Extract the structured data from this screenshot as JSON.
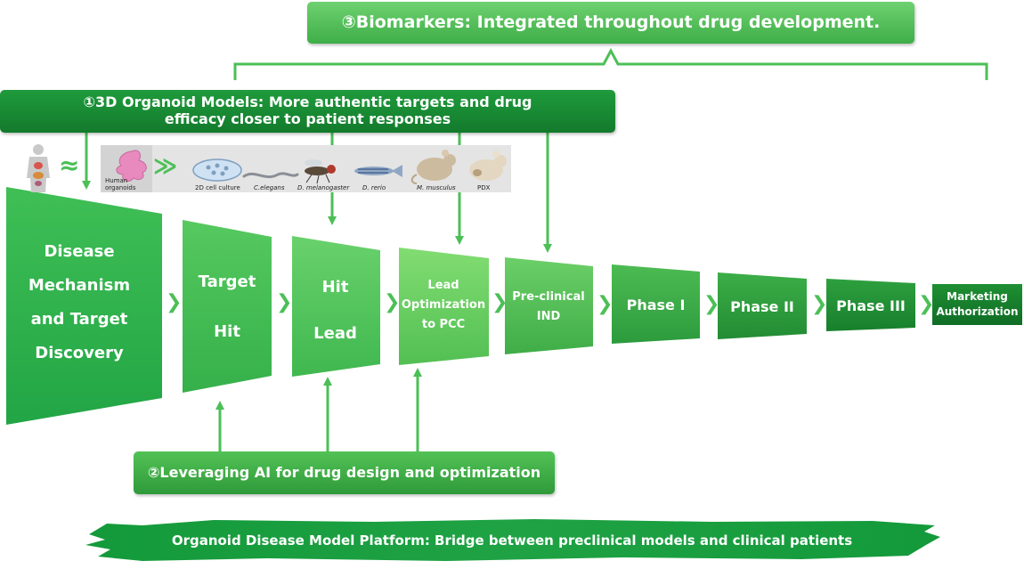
{
  "banners": {
    "biomarkers": "③Biomarkers: Integrated throughout drug development.",
    "organoid_line1": "①3D Organoid Models: More authentic targets and drug",
    "organoid_line2": "efficacy closer to patient responses",
    "ai": "②Leveraging AI for drug design and optimization"
  },
  "footer": "Organoid Disease Model Platform: Bridge between preclinical models and clinical patients",
  "models_strip": {
    "approx_symbol": "≈",
    "gg_symbol": "≫",
    "human_organoids": "Human organoids",
    "organisms": [
      "2D cell culture",
      "C.elegans",
      "D. melanogaster",
      "D. rerio",
      "M. musculus",
      "PDX"
    ]
  },
  "stages": [
    {
      "lines": [
        "Disease",
        "Mechanism",
        "and Target",
        "Discovery"
      ]
    },
    {
      "lines": [
        "Target",
        "Hit"
      ]
    },
    {
      "lines": [
        "Hit",
        "Lead"
      ]
    },
    {
      "lines": [
        "Lead",
        "Optimization",
        "to PCC"
      ]
    },
    {
      "lines": [
        "Pre-clinical",
        "IND"
      ]
    },
    {
      "lines": [
        "Phase I"
      ]
    },
    {
      "lines": [
        "Phase II"
      ]
    },
    {
      "lines": [
        "Phase III"
      ]
    },
    {
      "lines": [
        "Marketing",
        "Authorization"
      ]
    }
  ],
  "chevron_symbol": "❯",
  "colors": {
    "light_green": "#4cc25a",
    "dark_green": "#137a2c",
    "arrow_green": "#4cbf57"
  }
}
